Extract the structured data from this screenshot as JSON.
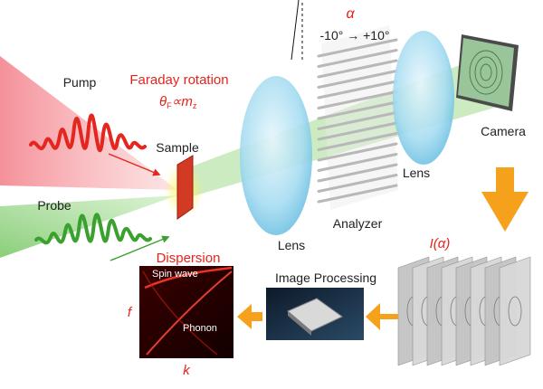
{
  "labels": {
    "pump": "Pump",
    "probe": "Probe",
    "sample": "Sample",
    "faraday_title": "Faraday rotation",
    "faraday_theta": "θ",
    "faraday_sub": "F",
    "faraday_prop": "∝m",
    "faraday_m_sub": "z",
    "alpha": "α",
    "angle_range": "-10° → +10°",
    "analyzer": "Analyzer",
    "lens_left": "Lens",
    "lens_right": "Lens",
    "camera": "Camera",
    "intensity": "I(α)",
    "image_processing": "Image Processing",
    "dispersion": "Dispersion",
    "spin_wave": "Spin wave",
    "phonon": "Phonon",
    "axis_f": "f",
    "axis_k": "k"
  },
  "colors": {
    "red_text": "#e8231c",
    "pump_beam": "#f59aa0",
    "probe_beam": "#9fd98c",
    "pump_wave": "#e4261e",
    "probe_wave": "#3aa02e",
    "arrow_orange": "#f5a11b",
    "lens_blue": "#8fd3ee",
    "dark_text": "#222222"
  }
}
